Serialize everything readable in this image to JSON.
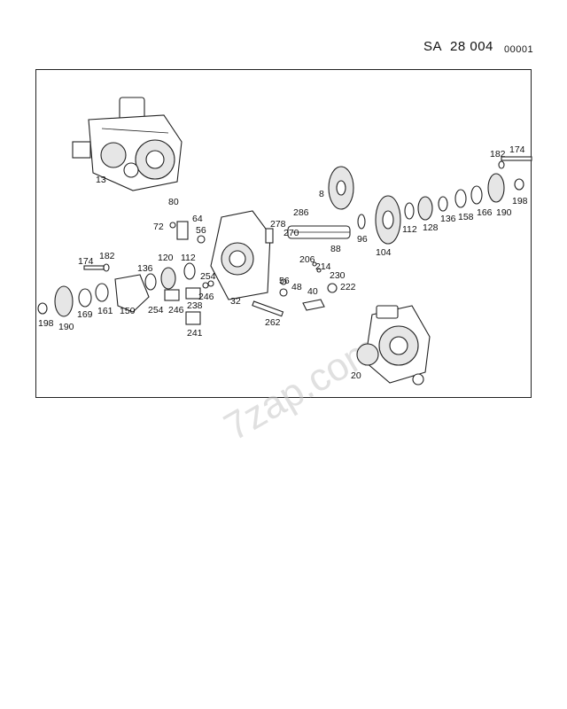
{
  "header": {
    "prefix": "SA",
    "group": "28 004",
    "sheet": "00001"
  },
  "watermark": "7zap.com",
  "callouts": [
    {
      "id": "c13",
      "text": "13"
    },
    {
      "id": "c174a",
      "text": "174"
    },
    {
      "id": "c182a",
      "text": "182"
    },
    {
      "id": "c198a",
      "text": "198"
    },
    {
      "id": "c190a",
      "text": "190"
    },
    {
      "id": "c166",
      "text": "166"
    },
    {
      "id": "c158",
      "text": "158"
    },
    {
      "id": "c136a",
      "text": "136"
    },
    {
      "id": "c128",
      "text": "128"
    },
    {
      "id": "c112a",
      "text": "112"
    },
    {
      "id": "c96",
      "text": "96"
    },
    {
      "id": "c104",
      "text": "104"
    },
    {
      "id": "c8",
      "text": "8"
    },
    {
      "id": "c80",
      "text": "80"
    },
    {
      "id": "c64",
      "text": "64"
    },
    {
      "id": "c72",
      "text": "72"
    },
    {
      "id": "c56a",
      "text": "56"
    },
    {
      "id": "c286",
      "text": "286"
    },
    {
      "id": "c278",
      "text": "278"
    },
    {
      "id": "c270",
      "text": "270"
    },
    {
      "id": "c88",
      "text": "88"
    },
    {
      "id": "c206",
      "text": "206"
    },
    {
      "id": "c214",
      "text": "214"
    },
    {
      "id": "c230",
      "text": "230"
    },
    {
      "id": "c222",
      "text": "222"
    },
    {
      "id": "c56b",
      "text": "56"
    },
    {
      "id": "c48",
      "text": "48"
    },
    {
      "id": "c40",
      "text": "40"
    },
    {
      "id": "c32",
      "text": "32"
    },
    {
      "id": "c262",
      "text": "262"
    },
    {
      "id": "c174b",
      "text": "174"
    },
    {
      "id": "c182b",
      "text": "182"
    },
    {
      "id": "c136b",
      "text": "136"
    },
    {
      "id": "c120",
      "text": "120"
    },
    {
      "id": "c112b",
      "text": "112"
    },
    {
      "id": "c254a",
      "text": "254"
    },
    {
      "id": "c246a",
      "text": "246"
    },
    {
      "id": "c238",
      "text": "238"
    },
    {
      "id": "c254b",
      "text": "254"
    },
    {
      "id": "c246b",
      "text": "246"
    },
    {
      "id": "c241",
      "text": "241"
    },
    {
      "id": "c150",
      "text": "150"
    },
    {
      "id": "c161",
      "text": "161"
    },
    {
      "id": "c169",
      "text": "169"
    },
    {
      "id": "c190b",
      "text": "190"
    },
    {
      "id": "c198b",
      "text": "198"
    },
    {
      "id": "c20",
      "text": "20"
    }
  ]
}
